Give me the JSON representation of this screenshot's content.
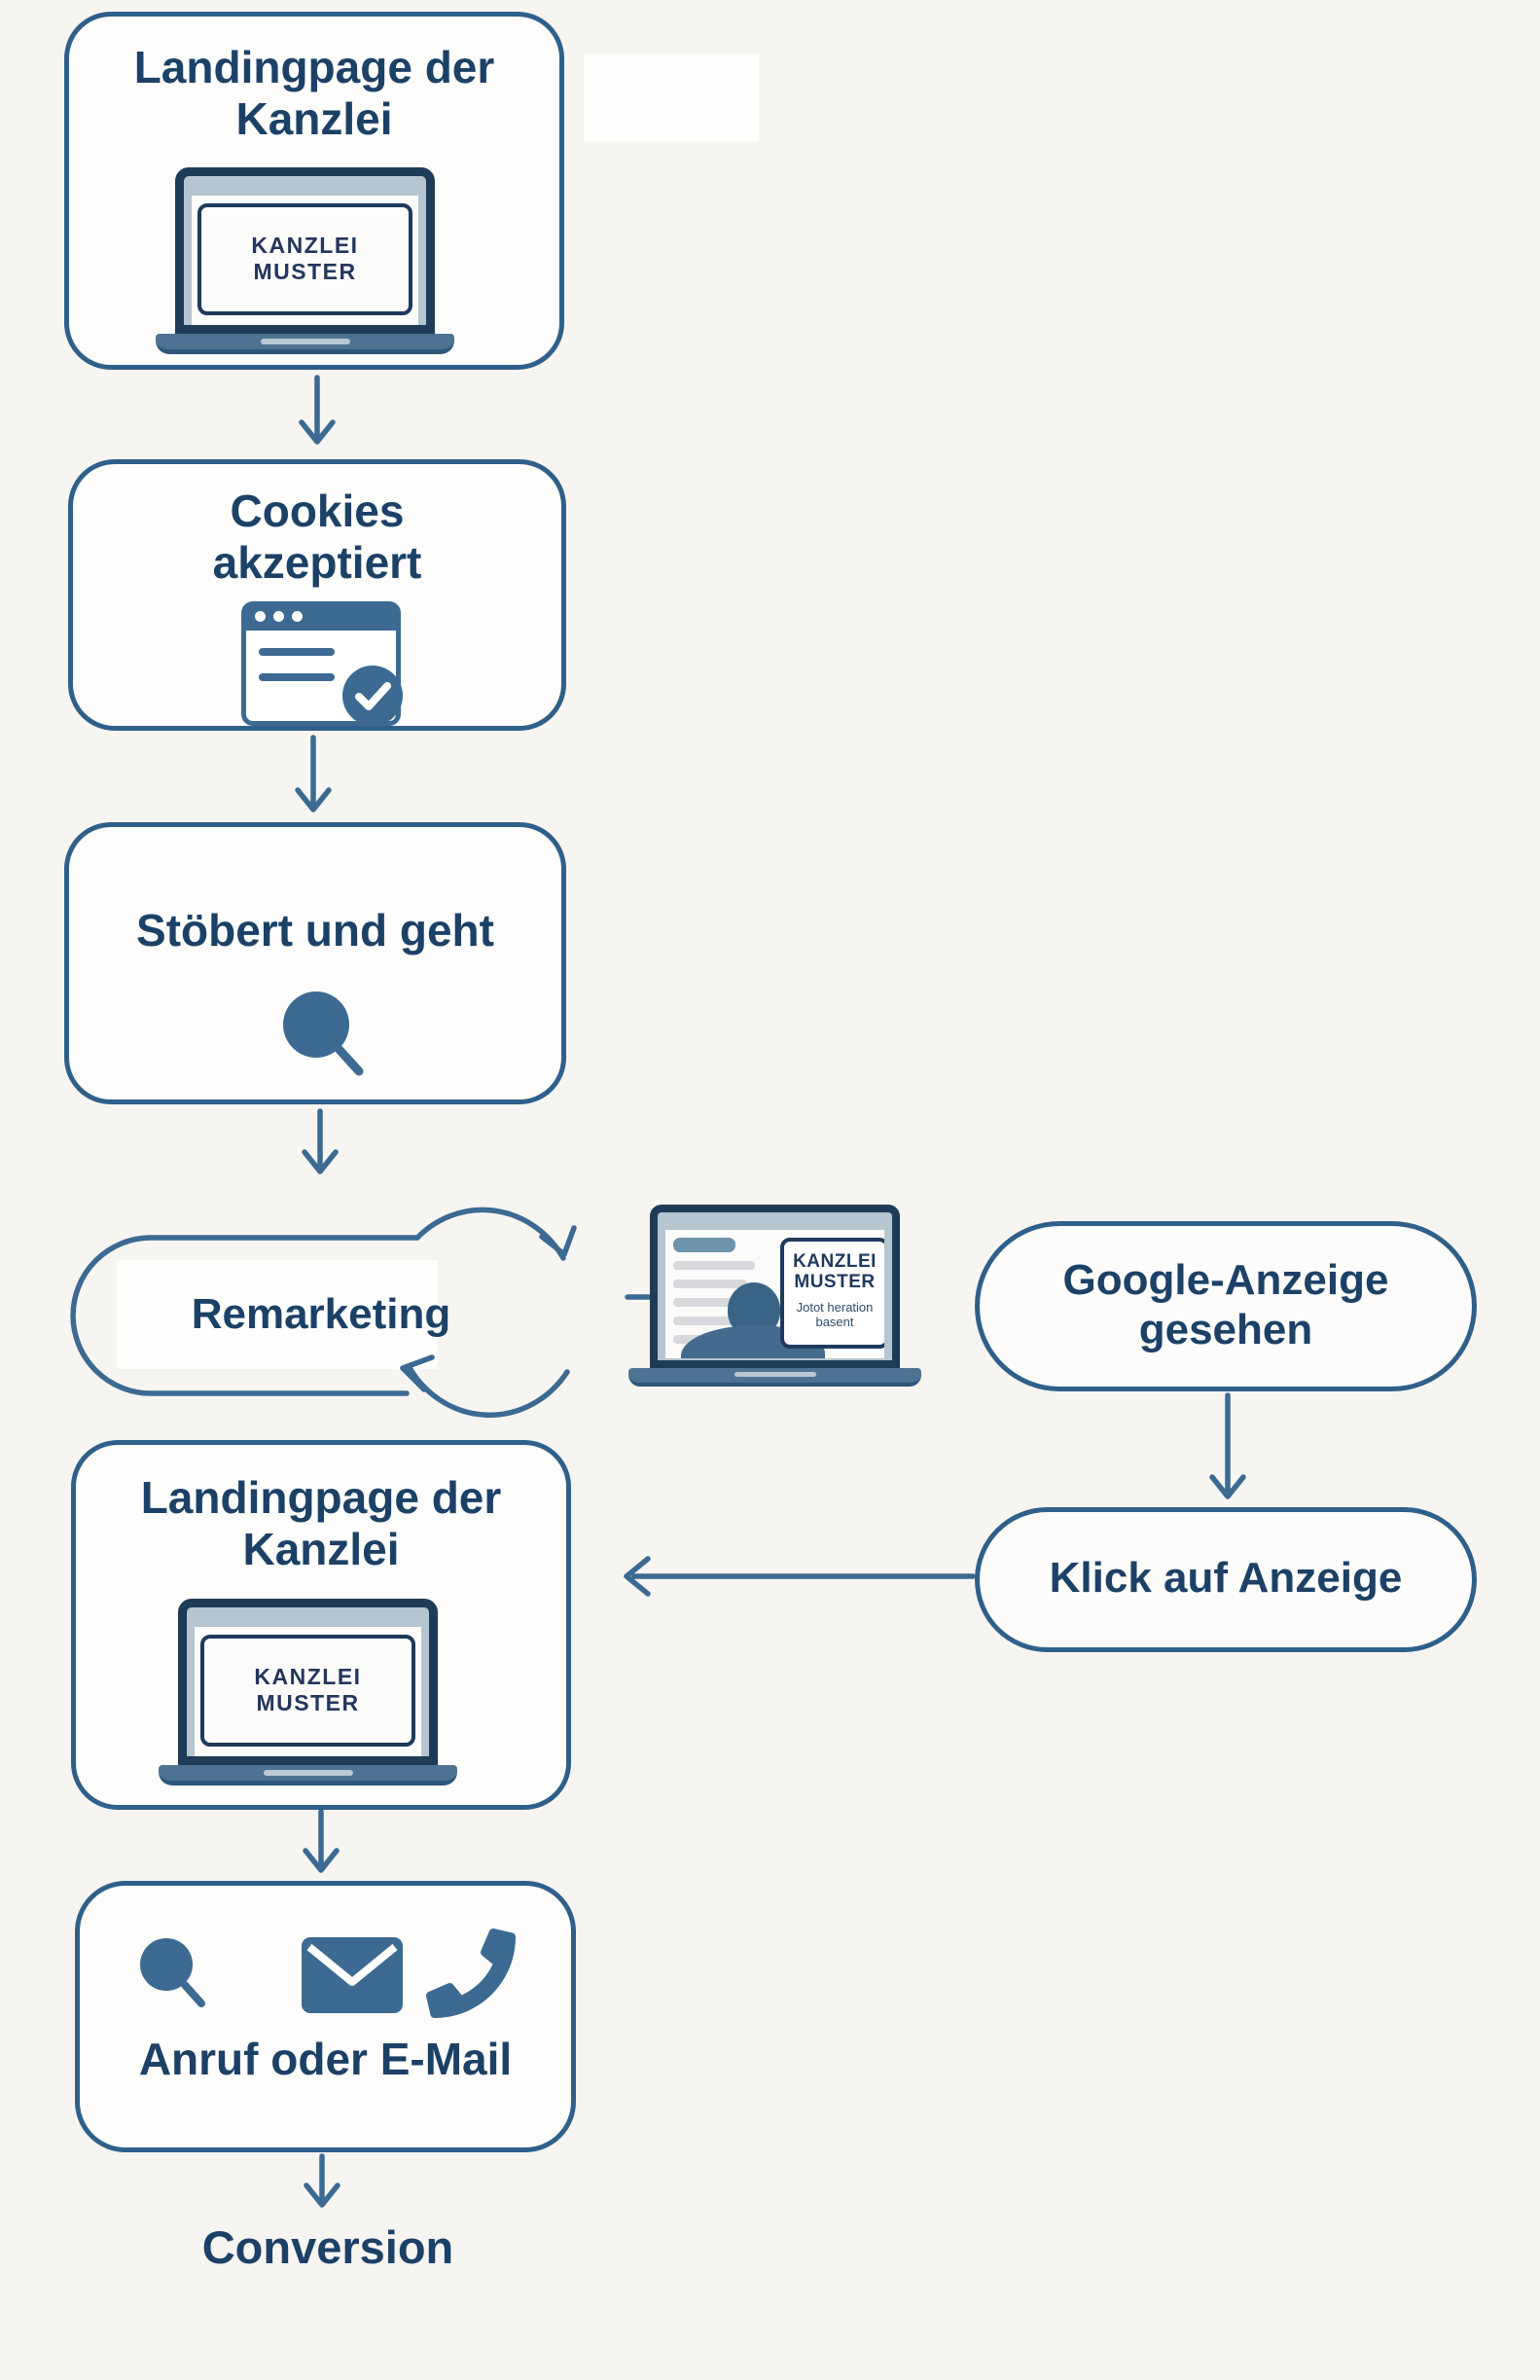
{
  "diagram": {
    "colors": {
      "outline": "#2f608a",
      "heading": "#1c4167",
      "accent": "#3c6a92",
      "laptop_dark": "#1e3c58",
      "laptop_bezel": "#b6c6d0",
      "laptop_base": "#4e7392",
      "background": "#f7f5f2"
    },
    "nodes": {
      "landingpage_top": {
        "title_line1": "Landingpage der",
        "title_line2": "Kanzlei",
        "laptop_screen_label": "KANZLEI MUSTER"
      },
      "cookies_accepted": {
        "title_line1": "Cookies",
        "title_line2": "akzeptiert"
      },
      "browse_and_leave": {
        "title": "Stöbert und geht"
      },
      "remarketing": {
        "title": "Remarketing"
      },
      "remarketing_laptop": {
        "ad_line1": "KANZLEI",
        "ad_line2": "MUSTER",
        "ad_sub_line1": "Jotot heration",
        "ad_sub_line2": "basent"
      },
      "google_ad_seen": {
        "title_line1": "Google-Anzeige",
        "title_line2": "gesehen"
      },
      "click_on_ad": {
        "title": "Klick auf Anzeige"
      },
      "landingpage_bottom": {
        "title_line1": "Landingpage der",
        "title_line2": "Kanzlei",
        "laptop_screen_label": "KANZLEI MUSTER"
      },
      "call_or_email": {
        "title": "Anruf oder E-Mail"
      },
      "conversion": {
        "title": "Conversion"
      }
    }
  }
}
